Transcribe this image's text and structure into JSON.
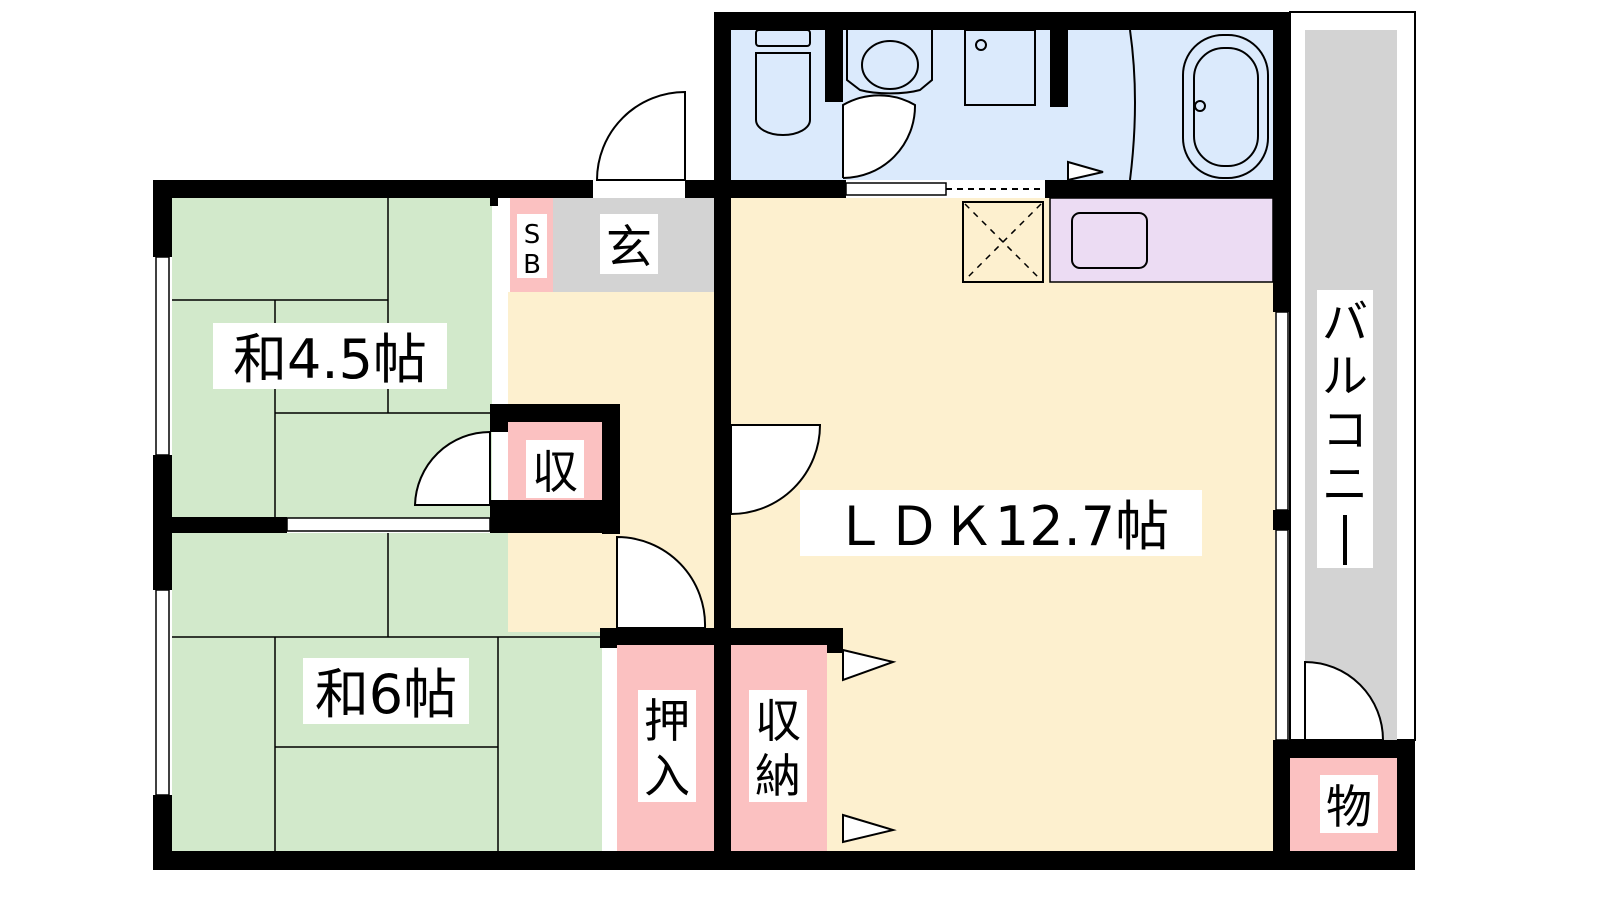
{
  "rooms": {
    "washitsu_small": "和4.5帖",
    "washitsu_large": "和6帖",
    "ldk": "ＬＤＫ12.7帖",
    "entrance": "玄",
    "shoe_box_s": "S",
    "shoe_box_b": "B",
    "storage_small": "収",
    "oshiire_1": "押",
    "oshiire_2": "入",
    "shuno_1": "収",
    "shuno_2": "納",
    "balcony": [
      "バ",
      "ル",
      "コ",
      "ニ",
      "ー"
    ],
    "outdoor_storage": "物"
  },
  "colors": {
    "tatami": "#d2e9cb",
    "floor": "#fdf0cf",
    "wet": "#dbeafc",
    "storage": "#fbc1c1",
    "entrance": "#d3d3d3",
    "kitchen": "#ecdcf3",
    "balcony": "#d3d3d3",
    "wall": "#000000"
  }
}
